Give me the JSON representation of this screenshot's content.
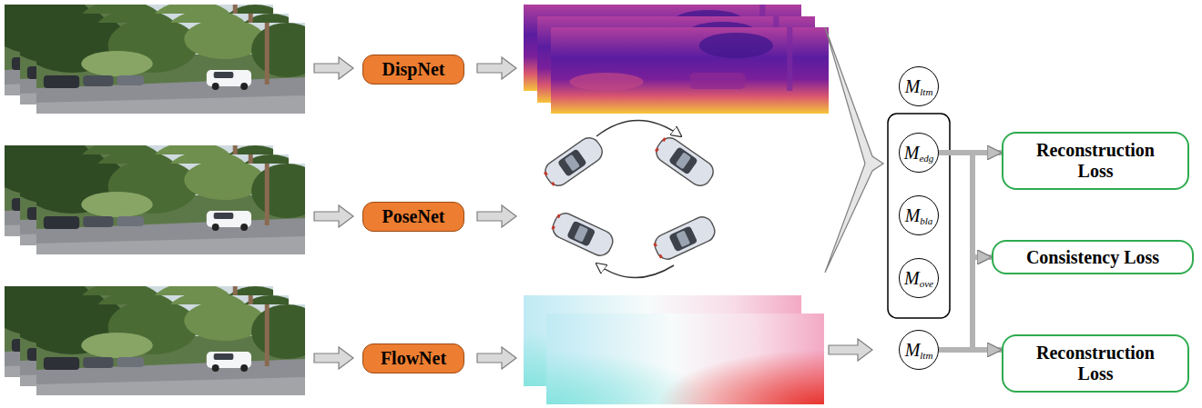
{
  "diagram": {
    "nodes": [
      {
        "text": [
          "DispNet"
        ]
      },
      {
        "text": [
          "PoseNet"
        ]
      },
      {
        "text": [
          "FlowNet"
        ]
      },
      {
        "text": [
          "M",
          "ltm"
        ]
      },
      {
        "text": [
          "M",
          "edg"
        ]
      },
      {
        "text": [
          "M",
          "bla"
        ]
      },
      {
        "text": [
          "M",
          "ove"
        ]
      },
      {
        "text": [
          "M",
          "ltm"
        ]
      },
      {
        "text": [
          "Reconstruction Loss"
        ]
      },
      {
        "text": [
          "Consistency Loss"
        ]
      },
      {
        "text": [
          "Reconstruction Loss"
        ]
      }
    ],
    "edges": [
      {
        "from": 4,
        "to": 8,
        "arrow": "to"
      },
      {
        "from": 4,
        "to": 9,
        "arrow": "to"
      },
      {
        "from": 7,
        "to": 9,
        "arrow": "to"
      },
      {
        "from": 7,
        "to": 10,
        "arrow": "to"
      }
    ]
  }
}
